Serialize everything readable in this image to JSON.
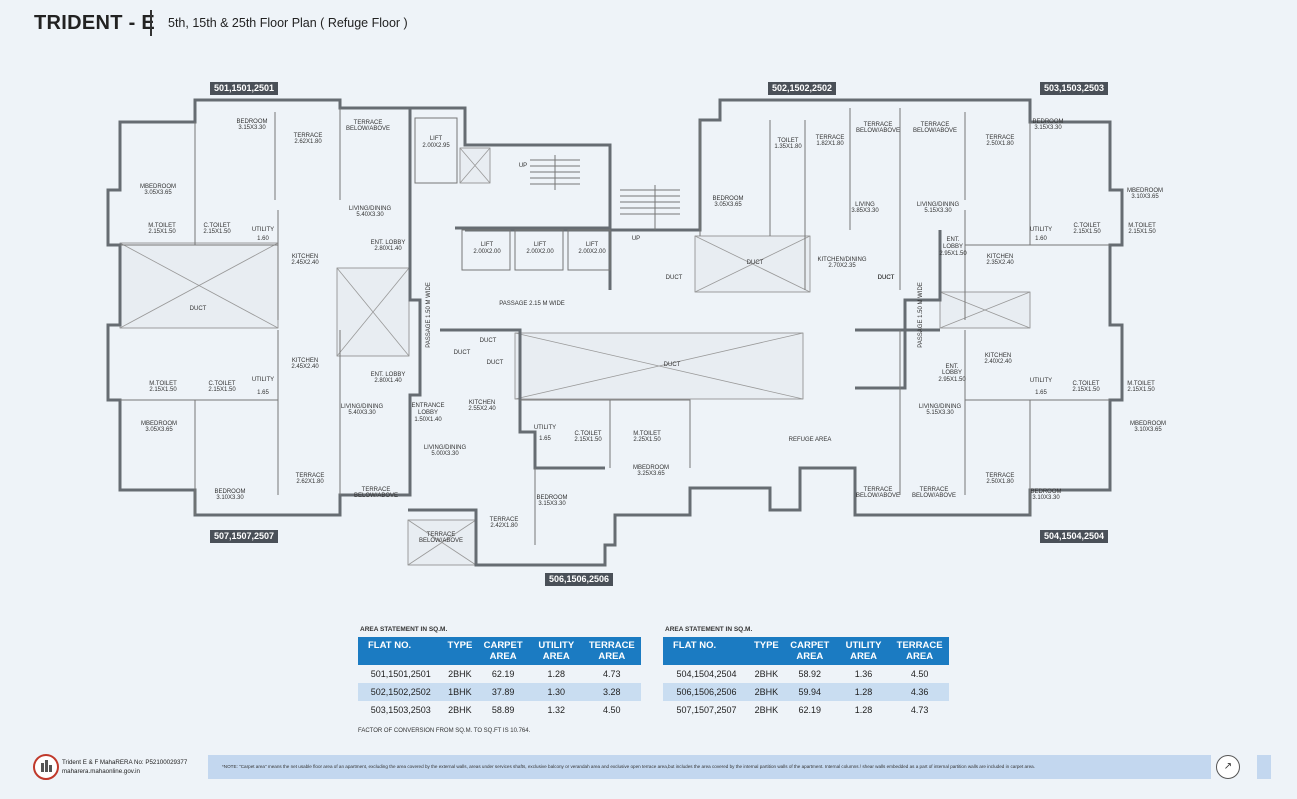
{
  "header": {
    "title": "TRIDENT - E",
    "subtitle": "5th, 15th & 25th Floor Plan ( Refuge Floor )"
  },
  "unit_tags": {
    "t1": "501,1501,2501",
    "t2": "502,1502,2502",
    "t3": "503,1503,2503",
    "t4": "507,1507,2507",
    "t5": "506,1506,2506",
    "t6": "504,1504,2504"
  },
  "room_labels": [
    {
      "text": "BEDROOM"
    },
    {
      "text": "3.15X3.30"
    },
    {
      "text": "TERRACE"
    },
    {
      "text": "2.62X1.80"
    },
    {
      "text": "TERRACE"
    },
    {
      "text": "BELOW/ABOVE"
    },
    {
      "text": "LIFT"
    },
    {
      "text": "2.00X2.95"
    },
    {
      "text": "MBEDROOM"
    },
    {
      "text": "3.05X3.65"
    },
    {
      "text": "LIVING/DINING"
    },
    {
      "text": "5.40X3.30"
    },
    {
      "text": "M.TOILET"
    },
    {
      "text": "2.15X1.50"
    },
    {
      "text": "C.TOILET"
    },
    {
      "text": "2.15X1.50"
    },
    {
      "text": "UTILITY"
    },
    {
      "text": "1.60"
    },
    {
      "text": "ENT. LOBBY"
    },
    {
      "text": "2.80X1.40"
    },
    {
      "text": "KITCHEN"
    },
    {
      "text": "2.45X2.40"
    },
    {
      "text": "DUCT"
    },
    {
      "text": "UP"
    },
    {
      "text": "LIFT"
    },
    {
      "text": "2.00X2.00"
    },
    {
      "text": "LIFT"
    },
    {
      "text": "2.00X2.00"
    },
    {
      "text": "LIFT"
    },
    {
      "text": "2.00X2.00"
    },
    {
      "text": "UP"
    },
    {
      "text": "DUCT"
    },
    {
      "text": "PASSAGE 2.15  M WIDE"
    },
    {
      "text": "PASSAGE 1.50 M WIDE"
    },
    {
      "text": "PASSAGE 1.50 M WIDE"
    },
    {
      "text": "TOILET"
    },
    {
      "text": "1.35X1.80"
    },
    {
      "text": "TERRACE"
    },
    {
      "text": "1.82X1.80"
    },
    {
      "text": "TERRACE"
    },
    {
      "text": "BELOW/ABOVE"
    },
    {
      "text": "TERRACE"
    },
    {
      "text": "BELOW/ABOVE"
    },
    {
      "text": "TERRACE"
    },
    {
      "text": "2.50X1.80"
    },
    {
      "text": "BEDROOM"
    },
    {
      "text": "3.15X3.30"
    },
    {
      "text": "BEDROOM"
    },
    {
      "text": "3.05X3.65"
    },
    {
      "text": "LIVING"
    },
    {
      "text": "3.85X3.30"
    },
    {
      "text": "LIVING/DINING"
    },
    {
      "text": "5.15X3.30"
    },
    {
      "text": "MBEDROOM"
    },
    {
      "text": "3.10X3.65"
    },
    {
      "text": "UTILITY"
    },
    {
      "text": "1.60"
    },
    {
      "text": "C.TOILET"
    },
    {
      "text": "2.15X1.50"
    },
    {
      "text": "M.TOILET"
    },
    {
      "text": "2.15X1.50"
    },
    {
      "text": "DUCT"
    },
    {
      "text": "KITCHEN/DINING"
    },
    {
      "text": "2.70X2.35"
    },
    {
      "text": "ENT."
    },
    {
      "text": "LOBBY"
    },
    {
      "text": "2.95X1.50"
    },
    {
      "text": "KITCHEN"
    },
    {
      "text": "2.35X2.40"
    },
    {
      "text": "DUCT"
    },
    {
      "text": "KITCHEN"
    },
    {
      "text": "2.45X2.40"
    },
    {
      "text": "ENT. LOBBY"
    },
    {
      "text": "2.80X1.40"
    },
    {
      "text": "M.TOILET"
    },
    {
      "text": "2.15X1.50"
    },
    {
      "text": "C.TOILET"
    },
    {
      "text": "2.15X1.50"
    },
    {
      "text": "UTILITY"
    },
    {
      "text": "1.65"
    },
    {
      "text": "MBEDROOM"
    },
    {
      "text": "3.05X3.65"
    },
    {
      "text": "LIVING/DINING"
    },
    {
      "text": "5.40X3.30"
    },
    {
      "text": "TERRACE"
    },
    {
      "text": "2.62X1.80"
    },
    {
      "text": "TERRACE"
    },
    {
      "text": "BELOW/ABOVE"
    },
    {
      "text": "BEDROOM"
    },
    {
      "text": "3.10X3.30"
    },
    {
      "text": "DUCT"
    },
    {
      "text": "DUCT"
    },
    {
      "text": "DUCT"
    },
    {
      "text": "ENTRANCE"
    },
    {
      "text": "LOBBY"
    },
    {
      "text": "1.50X1.40"
    },
    {
      "text": "KITCHEN"
    },
    {
      "text": "2.55X2.40"
    },
    {
      "text": "LIVING/DINING"
    },
    {
      "text": "5.00X3.30"
    },
    {
      "text": "UTILITY"
    },
    {
      "text": "1.65"
    },
    {
      "text": "C.TOILET"
    },
    {
      "text": "2.15X1.50"
    },
    {
      "text": "M.TOILET"
    },
    {
      "text": "2.25X1.50"
    },
    {
      "text": "MBEDROOM"
    },
    {
      "text": "3.25X3.65"
    },
    {
      "text": "BEDROOM"
    },
    {
      "text": "3.15X3.30"
    },
    {
      "text": "TERRACE"
    },
    {
      "text": "2.42X1.80"
    },
    {
      "text": "TERRACE"
    },
    {
      "text": "BELOW/ABOVE"
    },
    {
      "text": "DUCT"
    },
    {
      "text": "REFUGE AREA"
    },
    {
      "text": "DUCT"
    },
    {
      "text": "KITCHEN"
    },
    {
      "text": "2.40X2.40"
    },
    {
      "text": "ENT."
    },
    {
      "text": "LOBBY"
    },
    {
      "text": "2.95X1.50"
    },
    {
      "text": "UTILITY"
    },
    {
      "text": "1.65"
    },
    {
      "text": "C.TOILET"
    },
    {
      "text": "2.15X1.50"
    },
    {
      "text": "M.TOILET"
    },
    {
      "text": "2.15X1.50"
    },
    {
      "text": "LIVING/DINING"
    },
    {
      "text": "5.15X3.30"
    },
    {
      "text": "MBEDROOM"
    },
    {
      "text": "3.10X3.65"
    },
    {
      "text": "TERRACE"
    },
    {
      "text": "BELOW/ABOVE"
    },
    {
      "text": "TERRACE"
    },
    {
      "text": "BELOW/ABOVE"
    },
    {
      "text": "TERRACE"
    },
    {
      "text": "2.50X1.80"
    },
    {
      "text": "BEDROOM"
    },
    {
      "text": "3.10X3.30"
    }
  ],
  "area_table_left": {
    "caption": "AREA STATEMENT IN SQ.M.",
    "headers": [
      "FLAT NO.",
      "TYPE",
      "CARPET AREA",
      "UTILITY AREA",
      "TERRACE AREA"
    ],
    "rows": [
      [
        "501,1501,2501",
        "2BHK",
        "62.19",
        "1.28",
        "4.73"
      ],
      [
        "502,1502,2502",
        "1BHK",
        "37.89",
        "1.30",
        "3.28"
      ],
      [
        "503,1503,2503",
        "2BHK",
        "58.89",
        "1.32",
        "4.50"
      ]
    ]
  },
  "area_table_right": {
    "caption": "AREA STATEMENT IN SQ.M.",
    "headers": [
      "FLAT NO.",
      "TYPE",
      "CARPET AREA",
      "UTILITY AREA",
      "TERRACE AREA"
    ],
    "rows": [
      [
        "504,1504,2504",
        "2BHK",
        "58.92",
        "1.36",
        "4.50"
      ],
      [
        "506,1506,2506",
        "2BHK",
        "59.94",
        "1.28",
        "4.36"
      ],
      [
        "507,1507,2507",
        "2BHK",
        "62.19",
        "1.28",
        "4.73"
      ]
    ]
  },
  "factor_note": "FACTOR OF CONVERSION FROM SQ.M. TO SQ.FT IS 10.764.",
  "footer": {
    "rera_line1": "Trident E & F MahaRERA No: P52100029377",
    "rera_line2": "maharera.mahaonline.gov.in",
    "note": "*NOTE: \"Carpet area\" means the net usable floor area of an apartment, excluding the area covered by the external walls, areas under services shafts, exclusive balcony or verandah area and exclusive open terrace area,but includes the area covered by the internal partition walls of the apartment. Internal columns / shear walls embedded as a part of internal partition walls are included in carpet area."
  },
  "icons": {
    "north": "north-arrow-icon",
    "rera": "maharera-logo-icon"
  }
}
